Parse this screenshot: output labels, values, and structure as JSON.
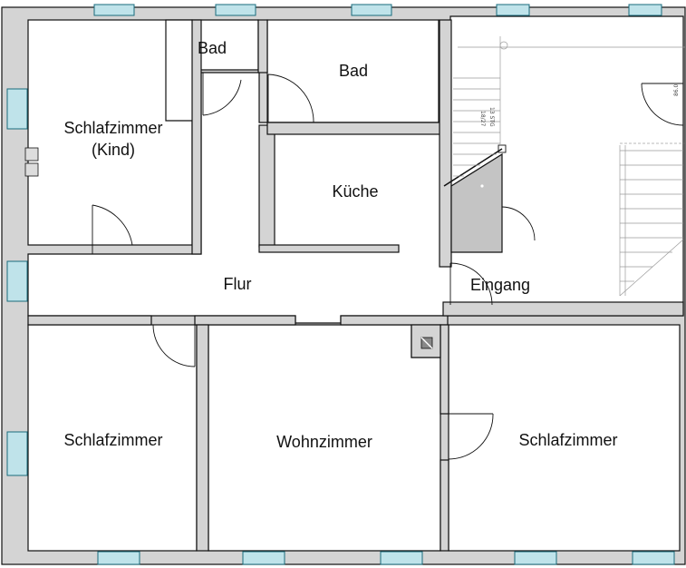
{
  "rooms": {
    "bad_small": "Bad",
    "bad": "Bad",
    "schlafzimmer_kind": "Schlafzimmer\n(Kind)",
    "kueche": "Küche",
    "flur": "Flur",
    "eingang": "Eingang",
    "schlafzimmer_left": "Schlafzimmer",
    "wohnzimmer": "Wohnzimmer",
    "schlafzimmer_right": "Schlafzimmer"
  },
  "annotations": {
    "stair_steps": "13 STG",
    "stair_ratio": "18/27",
    "door_width": "86.0"
  },
  "colors": {
    "wall_fill": "#d4d4d4",
    "window_fill": "#bfe3ea",
    "window_stroke": "#1a6b7c"
  }
}
